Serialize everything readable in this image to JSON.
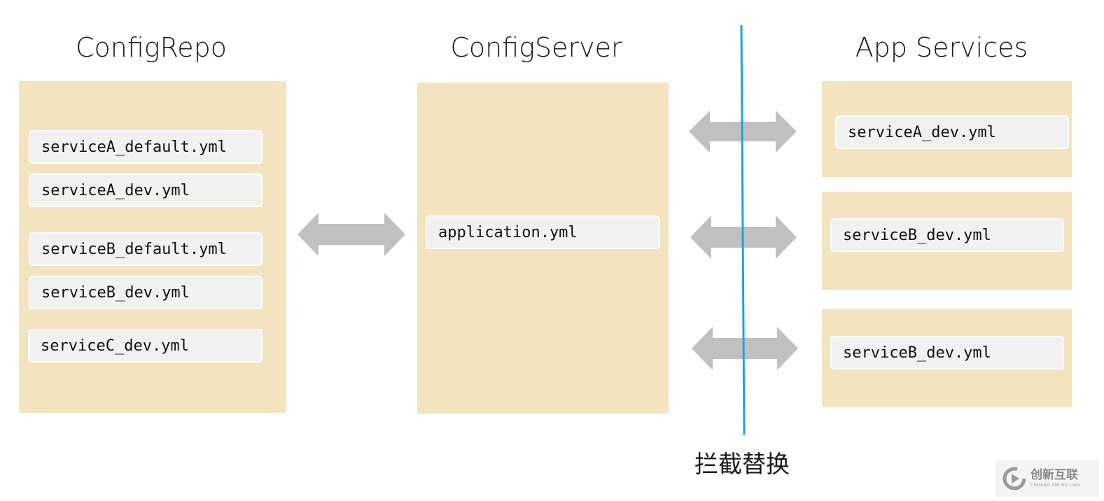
{
  "columns": {
    "repo_title": "ConfigRepo",
    "server_title": "ConfigServer",
    "apps_title": "App Services"
  },
  "repo_files": [
    "serviceA_default.yml",
    "serviceA_dev.yml",
    "serviceB_default.yml",
    "serviceB_dev.yml",
    "serviceC_dev.yml"
  ],
  "server_files": [
    "application.yml"
  ],
  "app_files": [
    "serviceA_dev.yml",
    "serviceB_dev.yml",
    "serviceB_dev.yml"
  ],
  "divider_caption": "拦截替换",
  "watermark": {
    "name": "创新互联",
    "sub": "CHUANG XIN HU LIAN"
  },
  "colors": {
    "panel": "#f3e4bf",
    "file_box": "#f1f1f1",
    "arrow": "#c0c0c0",
    "divider": "#1aa4e0"
  },
  "icons": {
    "arrows": "double-headed-arrow",
    "logo": "chuangxin-logo-icon"
  }
}
